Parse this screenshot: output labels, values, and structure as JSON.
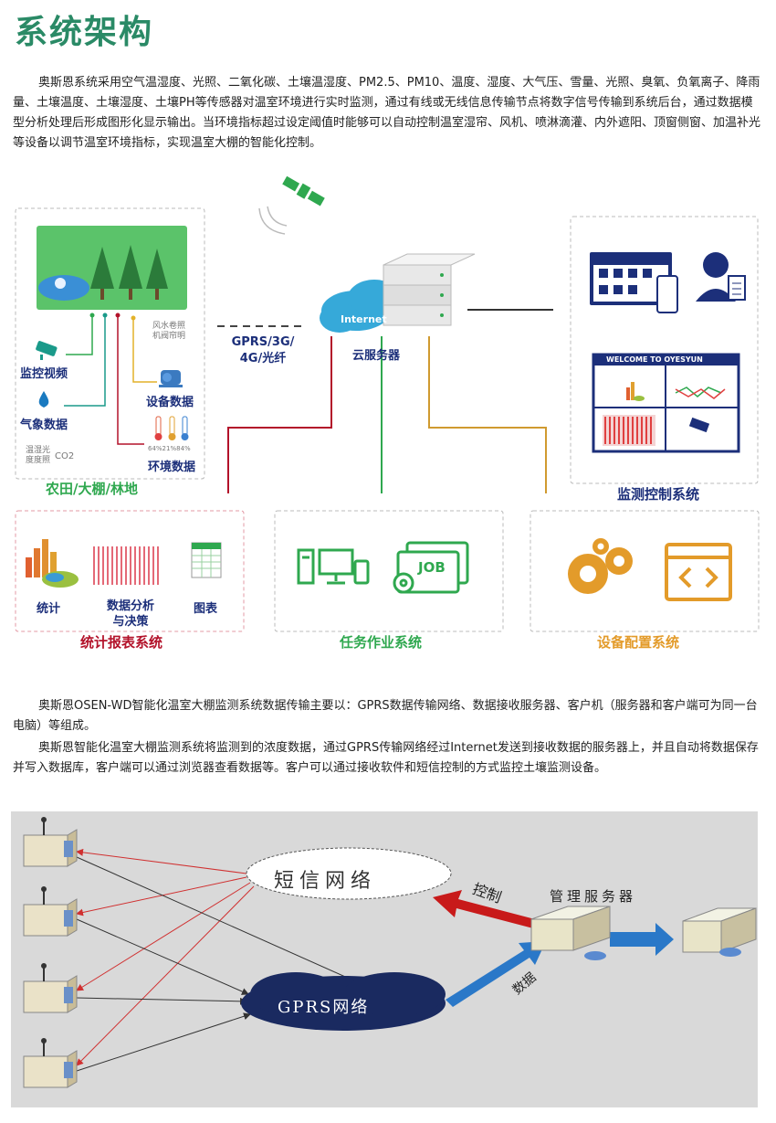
{
  "title": "系统架构",
  "paragraphs": {
    "intro": "奥斯恩系统采用空气温湿度、光照、二氧化碳、土壤温湿度、PM2.5、PM10、温度、湿度、大气压、雪量、光照、臭氧、负氧离子、降雨量、土壤温度、土壤湿度、土壤PH等传感器对温室环境进行实时监测，通过有线或无线信息传输节点将数字信号传输到系统后台，通过数据模型分析处理后形成图形化显示输出。当环境指标超过设定阈值时能够可以自动控制温室湿帘、风机、喷淋滴灌、内外遮阳、顶窗侧窗、加温补光等设备以调节温室环境指标，实现温室大棚的智能化控制。",
    "p2": "奥斯恩OSEN-WD智能化温室大棚监测系统数据传输主要以：GPRS数据传输网络、数据接收服务器、客户机（服务器和客户端可为同一台电脑）等组成。",
    "p3": "奥斯恩智能化温室大棚监测系统将监测到的浓度数据，通过GPRS传输网络经过Internet发送到接收数据的服务器上，并且自动将数据保存并写入数据库，客户端可以通过浏览器查看数据等。客户可以通过接收软件和短信控制的方式监控土壤监测设备。"
  },
  "arch": {
    "farm": {
      "title": "农田/大棚/林地",
      "monitor_video": "监控视频",
      "weather_data": "气象数据",
      "equipment_data": "设备数据",
      "env_data": "环境数据",
      "equipment_small": "风水卷照\n机阀帘明",
      "weather_small": "温湿光\n度度照",
      "co2": "CO2",
      "env_small": "64%21%84%"
    },
    "link": "GPRS/3G/\n4G/光纤",
    "cloud_text": "Internet",
    "cloud_server": "云服务器",
    "monitor_system": {
      "title": "监测控制系统",
      "welcome": "WELCOME TO OYESYUN"
    },
    "stats_system": {
      "title": "统计报表系统",
      "stat": "统计",
      "analysis": "数据分析\n与决策",
      "chart": "图表"
    },
    "task_system": {
      "title": "任务作业系统",
      "job": "JOB"
    },
    "config_system": {
      "title": "设备配置系统"
    },
    "colors": {
      "green": "#2fa84f",
      "orange": "#e39b2a",
      "navy": "#1c2f7a",
      "red": "#b3122a",
      "teal": "#1a9a8a"
    }
  },
  "network": {
    "sms_network": "短信网络",
    "gprs_network": "GPRS网络",
    "management_server": "管理服务器",
    "control": "控制",
    "data": "数据"
  }
}
